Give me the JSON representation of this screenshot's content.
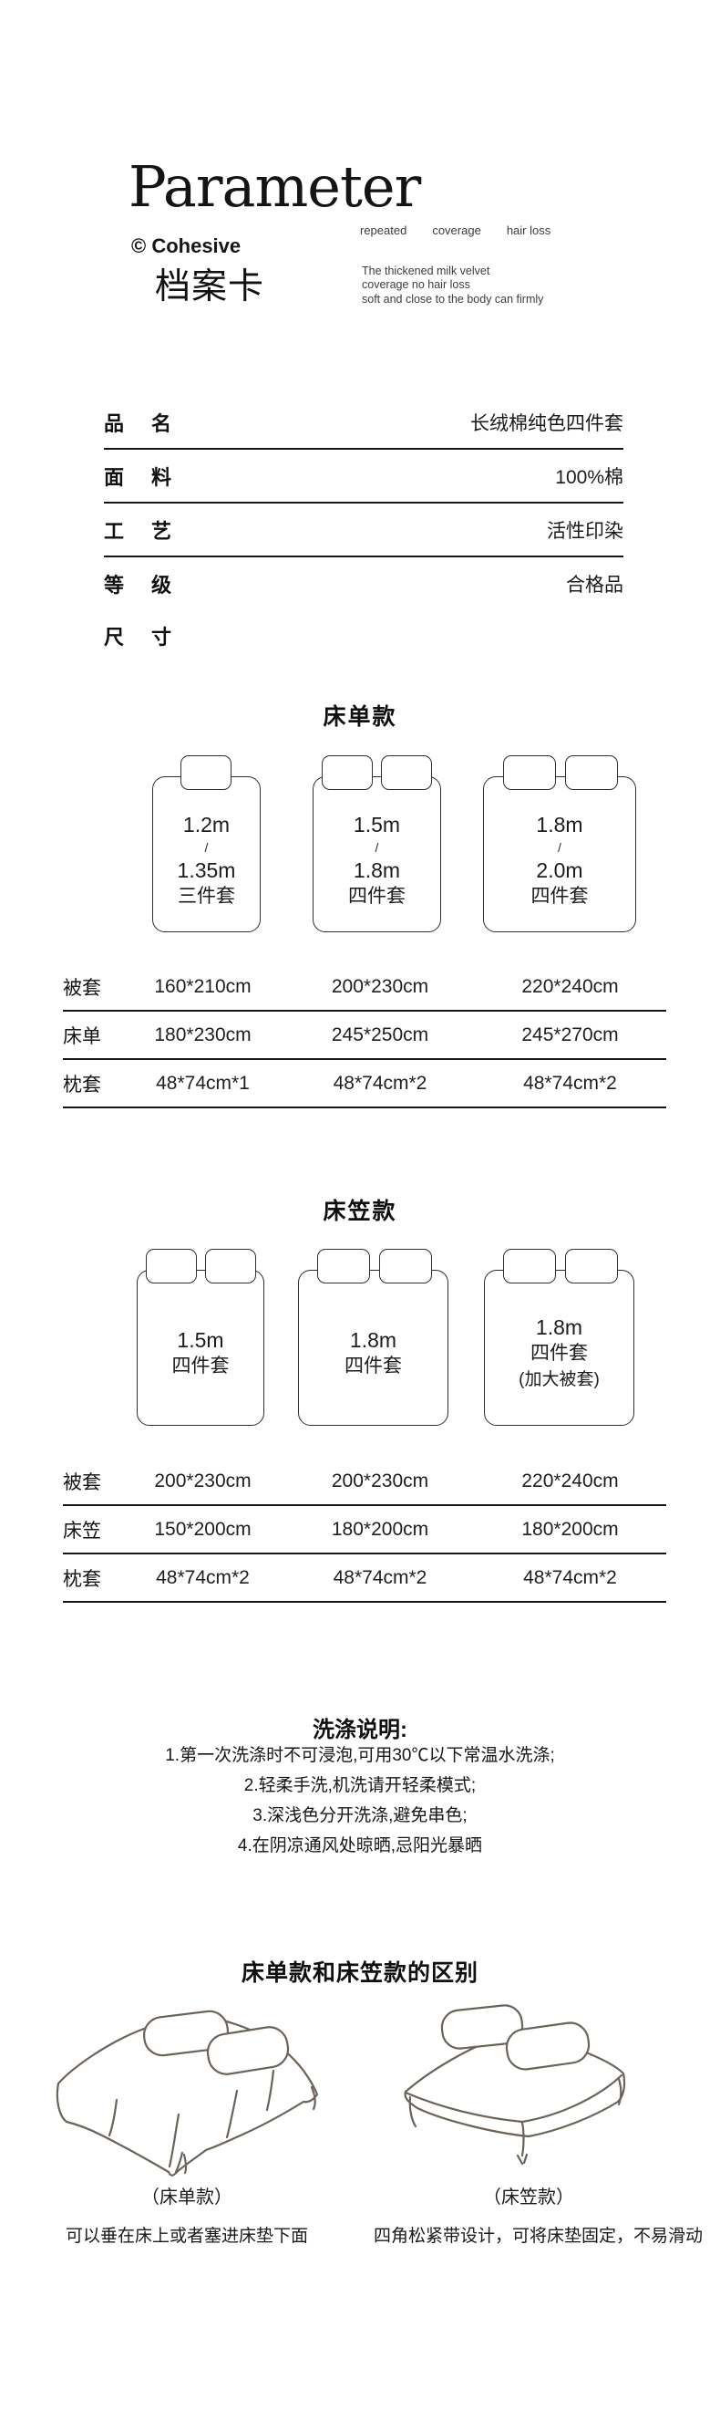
{
  "header": {
    "title": "Parameter",
    "brand": "© Cohesive",
    "subtitle_cn": "档案卡",
    "tags": [
      "repeated",
      "coverage",
      "hair loss"
    ],
    "description_lines": [
      "The thickened milk velvet",
      "coverage no hair loss",
      "soft and close to the body can firmly"
    ]
  },
  "params": {
    "rows": [
      {
        "label": "品名",
        "value": "长绒棉纯色四件套"
      },
      {
        "label": "面料",
        "value": "100%棉"
      },
      {
        "label": "工艺",
        "value": "活性印染"
      },
      {
        "label": "等级",
        "value": "合格品"
      },
      {
        "label": "尺寸",
        "value": ""
      }
    ]
  },
  "sheet": {
    "title": "床单款",
    "beds": [
      {
        "pillows": 1,
        "lines": [
          "1.2m",
          "/",
          "1.35m",
          "三件套"
        ]
      },
      {
        "pillows": 2,
        "lines": [
          "1.5m",
          "/",
          "1.8m",
          "四件套"
        ]
      },
      {
        "pillows": 2,
        "lines": [
          "1.8m",
          "/",
          "2.0m",
          "四件套"
        ]
      }
    ],
    "table": {
      "rows": [
        {
          "label": "被套",
          "values": [
            "160*210cm",
            "200*230cm",
            "220*240cm"
          ]
        },
        {
          "label": "床单",
          "values": [
            "180*230cm",
            "245*250cm",
            "245*270cm"
          ]
        },
        {
          "label": "枕套",
          "values": [
            "48*74cm*1",
            "48*74cm*2",
            "48*74cm*2"
          ]
        }
      ]
    }
  },
  "fitted": {
    "title": "床笠款",
    "beds": [
      {
        "pillows": 2,
        "lines": [
          "1.5m",
          "四件套"
        ]
      },
      {
        "pillows": 2,
        "lines": [
          "1.8m",
          "四件套"
        ]
      },
      {
        "pillows": 2,
        "lines": [
          "1.8m",
          "四件套",
          "(加大被套)"
        ]
      }
    ],
    "table": {
      "rows": [
        {
          "label": "被套",
          "values": [
            "200*230cm",
            "200*230cm",
            "220*240cm"
          ]
        },
        {
          "label": "床笠",
          "values": [
            "150*200cm",
            "180*200cm",
            "180*200cm"
          ]
        },
        {
          "label": "枕套",
          "values": [
            "48*74cm*2",
            "48*74cm*2",
            "48*74cm*2"
          ]
        }
      ]
    }
  },
  "washing": {
    "title": "洗涤说明:",
    "items": [
      "1.第一次洗涤时不可浸泡,可用30℃以下常温水洗涤;",
      "2.轻柔手洗,机洗请开轻柔模式;",
      "3.深浅色分开洗涤,避免串色;",
      "4.在阴凉通风处晾晒,忌阳光暴晒"
    ]
  },
  "difference": {
    "title": "床单款和床笠款的区别",
    "left": {
      "caption": "（床单款）",
      "description": "可以垂在床上或者塞进床垫下面"
    },
    "right": {
      "caption": "（床笠款）",
      "description": "四角松紧带设计，可将床垫固定，不易滑动"
    }
  },
  "colors": {
    "ink": "#151515",
    "line_art": "#6b635a"
  }
}
